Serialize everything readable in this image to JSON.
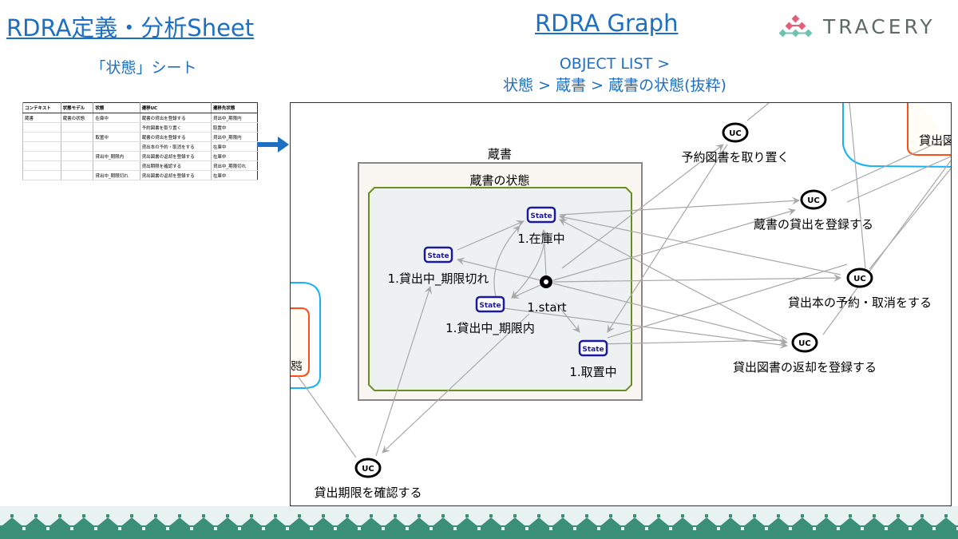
{
  "left": {
    "title": "RDRA定義・分析Sheet",
    "subtitle": "「状態」シート",
    "sheet": {
      "headers": [
        "コンテキスト",
        "状態モデル",
        "状態",
        "遷移UC",
        "遷移先状態"
      ],
      "rows": [
        [
          "蔵書",
          "蔵書の状態",
          "在庫中",
          "蔵書の貸出を登録する",
          "貸出中_期限内"
        ],
        [
          "",
          "",
          "",
          "予約図書を取り置く",
          "取置中"
        ],
        [
          "",
          "",
          "取置中",
          "蔵書の貸出を登録する",
          "貸出中_期限内"
        ],
        [
          "",
          "",
          "",
          "貸出本の予約・取消をする",
          "在庫中"
        ],
        [
          "",
          "",
          "貸出中_期限内",
          "貸出図書の返却を登録する",
          "在庫中"
        ],
        [
          "",
          "",
          "",
          "貸出期限を確認する",
          "貸出中_期限切れ"
        ],
        [
          "",
          "",
          "貸出中_期限切れ",
          "貸出図書の返却を登録する",
          "在庫中"
        ]
      ]
    }
  },
  "right": {
    "title": "RDRA Graph",
    "breadcrumb_line1": "OBJECT LIST >",
    "breadcrumb_line2": "状態 > 蔵書 > 蔵書の状態(抜粋)"
  },
  "logo": {
    "text": "TRACERY",
    "colors": {
      "pink": "#e0607a",
      "teal": "#6cc3b0"
    }
  },
  "graph": {
    "context_label": "蔵書",
    "state_model_label": "蔵書の状態",
    "state_icon_text": "State",
    "uc_icon_text": "UC",
    "start_label": "1.start",
    "states": {
      "in_stock": "1.在庫中",
      "overdue": "1.貸出中_期限切れ",
      "on_loan": "1.貸出中_期限内",
      "reserved": "1.取置中"
    },
    "usecases": {
      "hold": "予約図書を取り置く",
      "lend": "蔵書の貸出を登録する",
      "reserve_cancel": "貸出本の予約・取消をする",
      "return": "貸出図書の返却を登録する",
      "check_due": "貸出期限を確認する"
    },
    "partial_labels": {
      "top_right": "貸出図",
      "left": "認"
    },
    "colors": {
      "state_border": "#1a1aa0",
      "model_border": "#6b8e23",
      "group_blue": "#1ab0f0",
      "group_orange": "#ff4d1a",
      "edge": "#a8a8a8"
    }
  },
  "footer": {
    "colors": {
      "band": "#3a8f78",
      "light": "#e8f3f1"
    }
  }
}
